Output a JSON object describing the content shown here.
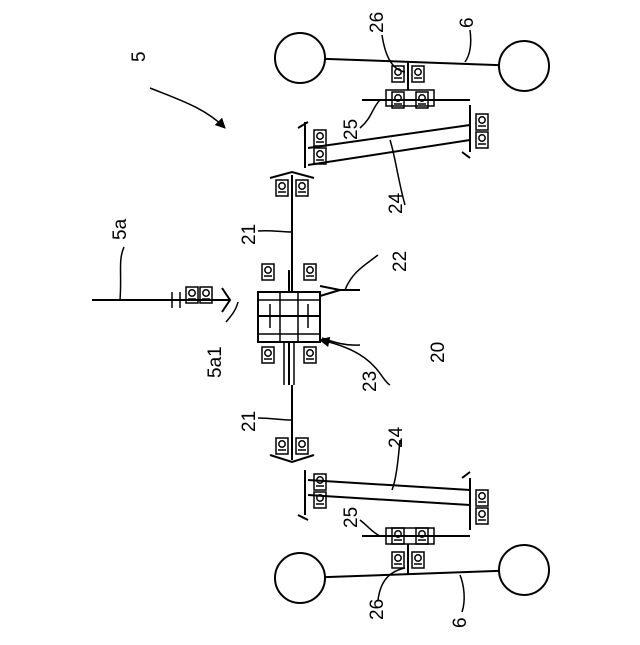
{
  "figure": {
    "labels": {
      "l5": "5",
      "l5a": "5a",
      "l5a1": "5a1",
      "l6_top": "6",
      "l6_bot": "6",
      "l20": "20",
      "l21_top": "21",
      "l21_bot": "21",
      "l22": "22",
      "l23": "23",
      "l24_top": "24",
      "l24_bot": "24",
      "l25_top": "25",
      "l25_bot": "25",
      "l26_top": "26",
      "l26_bot": "26"
    }
  }
}
